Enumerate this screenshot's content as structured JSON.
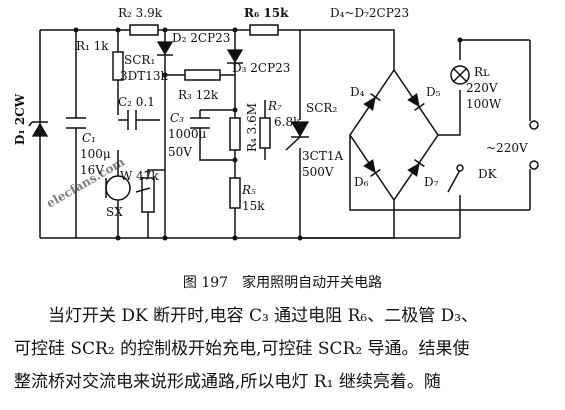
{
  "watermark": "elecfans.com",
  "labels": {
    "r2": "R₂ 3.9k",
    "r6": "R₆ 15k",
    "d4d7": "D₄~D₇2CP23",
    "d1": "D₁ 2CW",
    "r1": "R₁ 1k",
    "scr1": "SCR₁",
    "scr1_type": "3DT13k",
    "d2": "D₂ 2CP23",
    "d3": "D₃ 2CP23",
    "r3": "R₃ 12k",
    "c2": "C₂ 0.1",
    "c3": "C₃",
    "c3_val1": "1000μ",
    "c3_val2": "50V",
    "r4": "R₄ 3.6M",
    "r7": "R₇",
    "r7_val": "6.8k",
    "scr2": "SCR₂",
    "scr2_type": "3CT1A",
    "scr2_volt": "500V",
    "c1": "C₁",
    "c1_val1": "100μ",
    "c1_val2": "16V",
    "w": "W 47k",
    "sx": "SX",
    "r5": "R₅",
    "r5_val": "15k",
    "d4": "D₄",
    "d5": "D₅",
    "d6": "D₆",
    "d7": "D₇",
    "rl": "Rʟ",
    "rl_v": "220V",
    "rl_w": "100W",
    "ac": "~220V",
    "dk": "DK"
  },
  "caption": "图 197　家用照明自动开关电路",
  "body_lines": [
    "当灯开关 DK 断开时,电容 C₃ 通过电阻 R₆、二极管 D₃、",
    "可控硅 SCR₂ 的控制极开始充电,可控硅 SCR₂ 导通。结果使",
    "整流桥对交流电来说形成通路,所以电灯 R₁ 继续亮着。随"
  ]
}
